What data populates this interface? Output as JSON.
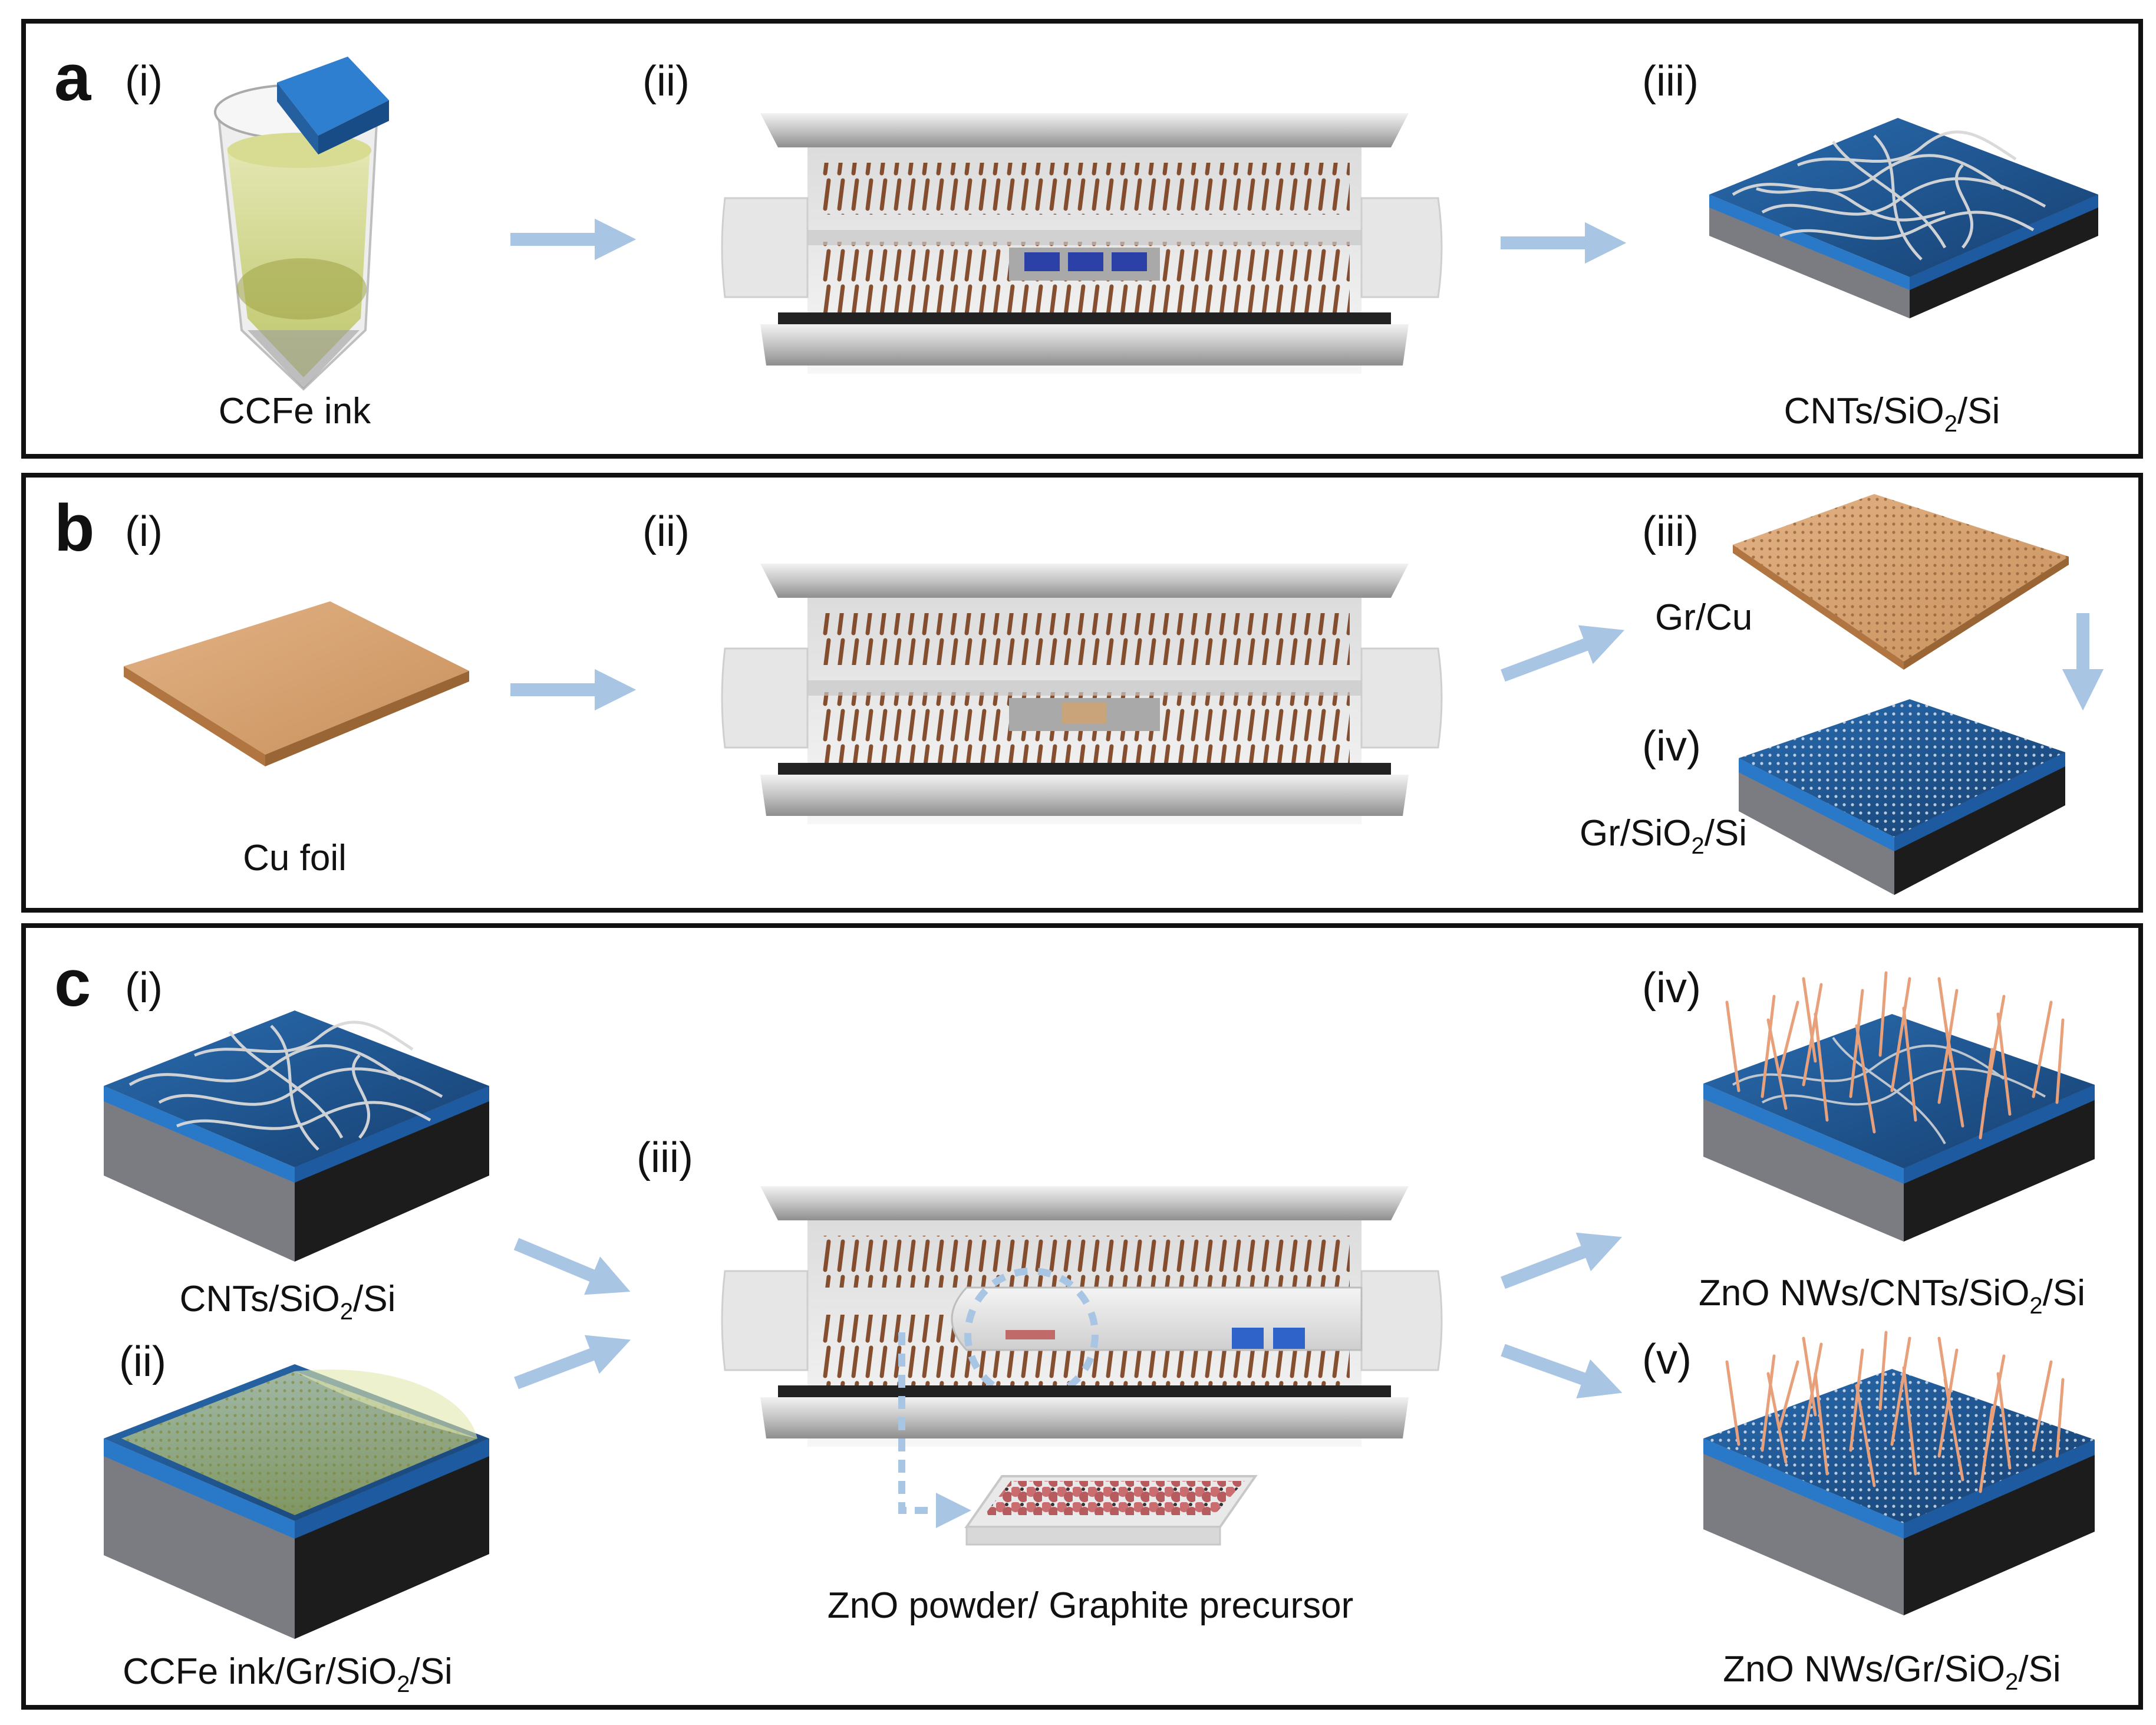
{
  "colors": {
    "arrow": "#a9c5e4",
    "panel_border": "#111111",
    "substrate_top": "#1d4f86",
    "substrate_si": "#7d7f85",
    "copper": "#d8a270",
    "ink": "#c8cf6e",
    "nanowire": "#e7a07a",
    "heater_coil": "#7a3d1a",
    "zno_powder": "#c0686a"
  },
  "panels": {
    "a": {
      "letter": "a",
      "steps": [
        "(i)",
        "(ii)",
        "(iii)"
      ],
      "captions": {
        "ink": "CCFe ink",
        "product": {
          "pre": "CNTs/SiO",
          "sub": "2",
          "post": "/Si"
        }
      }
    },
    "b": {
      "letter": "b",
      "steps": [
        "(i)",
        "(ii)",
        "(iii)",
        "(iv)"
      ],
      "captions": {
        "foil": "Cu foil",
        "gr_cu": "Gr/Cu",
        "product": {
          "pre": "Gr/SiO",
          "sub": "2",
          "post": "/Si"
        }
      }
    },
    "c": {
      "letter": "c",
      "steps": [
        "(i)",
        "(ii)",
        "(iii)",
        "(iv)",
        "(v)"
      ],
      "captions": {
        "cnt_sub": {
          "pre": "CNTs/SiO",
          "sub": "2",
          "post": "/Si"
        },
        "ink_gr": {
          "pre": "CCFe ink/Gr/SiO",
          "sub": "2",
          "post": "/Si"
        },
        "powder": "ZnO powder/ Graphite precursor",
        "zno_cnt": {
          "pre": "ZnO NWs/CNTs/SiO",
          "sub": "2",
          "post": "/Si"
        },
        "zno_gr": {
          "pre": "ZnO NWs/Gr/SiO",
          "sub": "2",
          "post": "/Si"
        }
      }
    }
  }
}
